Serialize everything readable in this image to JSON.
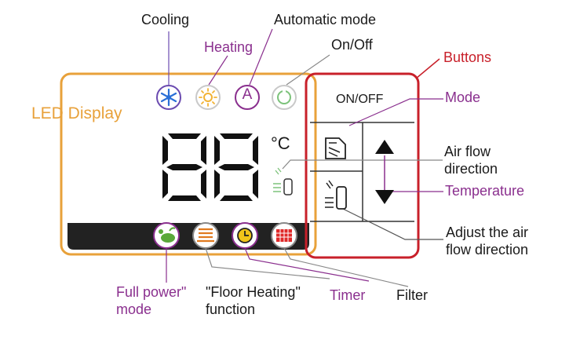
{
  "labels": {
    "cooling": "Cooling",
    "heating": "Heating",
    "automatic_mode": "Automatic mode",
    "on_off": "On/Off",
    "buttons": "Buttons",
    "led_display": "LED Display",
    "mode": "Mode",
    "air_flow_direction_1": "Air flow",
    "air_flow_direction_2": "direction",
    "temperature": "Temperature",
    "adjust_air_flow_1": "Adjust the air",
    "adjust_air_flow_2": "flow direction",
    "full_power_1": "Full power\"",
    "full_power_2": "mode",
    "floor_heating_1": "\"Floor Heating\"",
    "floor_heating_2": "function",
    "timer": "Timer",
    "filter": "Filter"
  },
  "display": {
    "digits": "88",
    "unit": "°C",
    "auto_letter": "A",
    "onoff_button_text": "ON/OFF"
  },
  "colors": {
    "led_border": "#e8a13a",
    "buttons_border": "#c8202a",
    "label_purple": "#8a2f8e",
    "cooling_blue": "#2a6fd6",
    "heating_yellow": "#f2b233",
    "onoff_green": "#7cc27a",
    "full_power_green": "#5aa83a",
    "floor_orange": "#e07a1f",
    "timer_yellow": "#f0c419",
    "filter_red": "#e02a2a",
    "strip": "#222222"
  },
  "icons": [
    "snowflake-icon",
    "sun-icon",
    "auto-a-icon",
    "power-icon",
    "mode-icon",
    "airflow-icon",
    "airflow-adjust-icon",
    "arrow-up-icon",
    "arrow-down-icon",
    "full-power-icon",
    "floor-heating-icon",
    "timer-icon",
    "filter-icon"
  ]
}
